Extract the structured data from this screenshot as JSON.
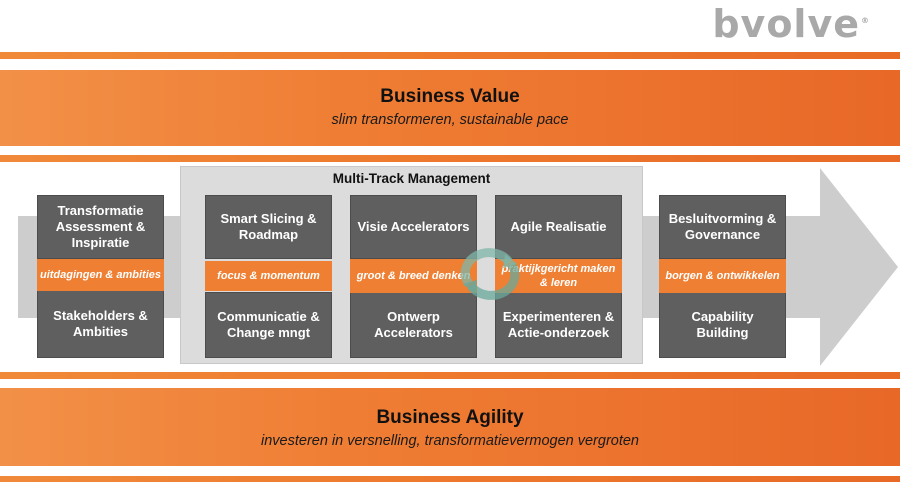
{
  "brand": {
    "logo": "bvolve"
  },
  "top_band": {
    "title": "Business Value",
    "subtitle": "slim transformeren, sustainable pace"
  },
  "bottom_band": {
    "title": "Business Agility",
    "subtitle": "investeren in versnelling, transformatievermogen vergroten"
  },
  "multi_track": {
    "title": "Multi-Track Management"
  },
  "columns": [
    {
      "top": "Transformatie Assessment & Inspiratie",
      "tag": "uitdagingen & ambities",
      "bottom": "Stakeholders & Ambities"
    },
    {
      "top": "Smart Slicing & Roadmap",
      "tag": "focus & momentum",
      "bottom": "Communicatie & Change mngt"
    },
    {
      "top": "Visie Accelerators",
      "tag": "groot & breed denken",
      "bottom": "Ontwerp Accelerators"
    },
    {
      "top": "Agile Realisatie",
      "tag": "praktijkgericht maken & leren",
      "bottom": "Experimenteren & Actie-onderzoek"
    },
    {
      "top": "Besluitvorming & Governance",
      "tag": "borgen & ontwikkelen",
      "bottom": "Capability Building"
    }
  ],
  "colors": {
    "orange": "#ef7d33",
    "box_gray": "#5f5f5f",
    "panel_gray": "#dcdcdc",
    "arrow_gray": "#c9c9c9"
  }
}
